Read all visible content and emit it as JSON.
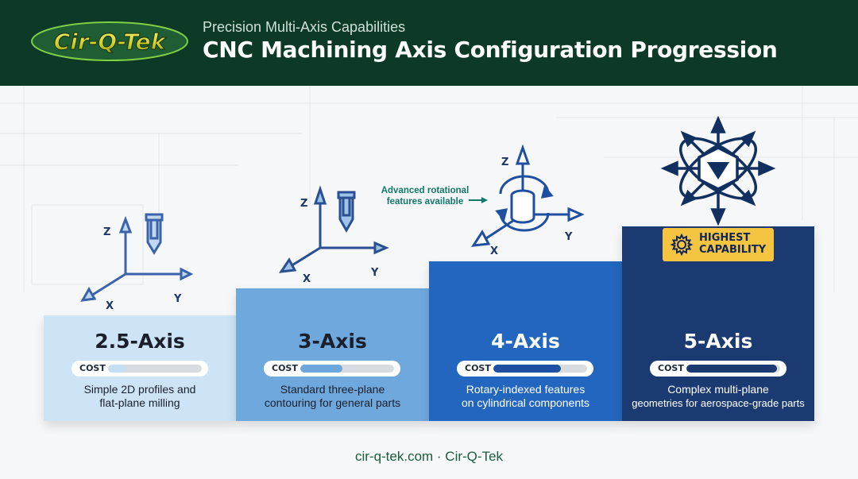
{
  "header": {
    "logo_text": "Cir-Q-Tek",
    "subtitle": "Precision Multi-Axis Capabilities",
    "title": "CNC Machining Axis Configuration Progression"
  },
  "steps": [
    {
      "title": "2.5-Axis",
      "cost_label": "COST",
      "cost_level": 0.2,
      "desc_line1": "Simple 2D profiles and",
      "desc_line2": "flat-plane milling",
      "bg": "#cde4f7",
      "text_color": "#1a1f2b",
      "fill": "#c6dff5"
    },
    {
      "title": "3-Axis",
      "cost_label": "COST",
      "cost_level": 0.45,
      "desc_line1": "Standard three-plane",
      "desc_line2": "contouring for general parts",
      "bg": "#6fa8dd",
      "text_color": "#1a1f2b",
      "fill": "#6ea7dc"
    },
    {
      "title": "4-Axis",
      "cost_label": "COST",
      "cost_level": 0.72,
      "desc_line1": "Rotary-indexed features",
      "desc_line2": "on cylindrical components",
      "bg": "#2366bf",
      "text_color": "#ffffff",
      "fill": "#1f4fa0"
    },
    {
      "title": "5-Axis",
      "cost_label": "COST",
      "cost_level": 0.97,
      "desc_line1": "Complex multi-plane",
      "desc_line2": "geometries for aerospace-grade parts",
      "bg": "#1b3a72",
      "text_color": "#ffffff",
      "fill": "#1b3a72"
    }
  ],
  "axis_labels": {
    "x": "X",
    "y": "Y",
    "z": "Z"
  },
  "annotation": {
    "line1": "Advanced rotational",
    "line2": "features available"
  },
  "badge": {
    "line1": "HIGHEST",
    "line2": "CAPABILITY",
    "icon": "gear-icon"
  },
  "footer": "cir-q-tek.com · Cir-Q-Tek",
  "colors": {
    "header_bg": "#0d3a27",
    "badge_bg": "#f5c542",
    "footer": "#1a5c3e"
  }
}
